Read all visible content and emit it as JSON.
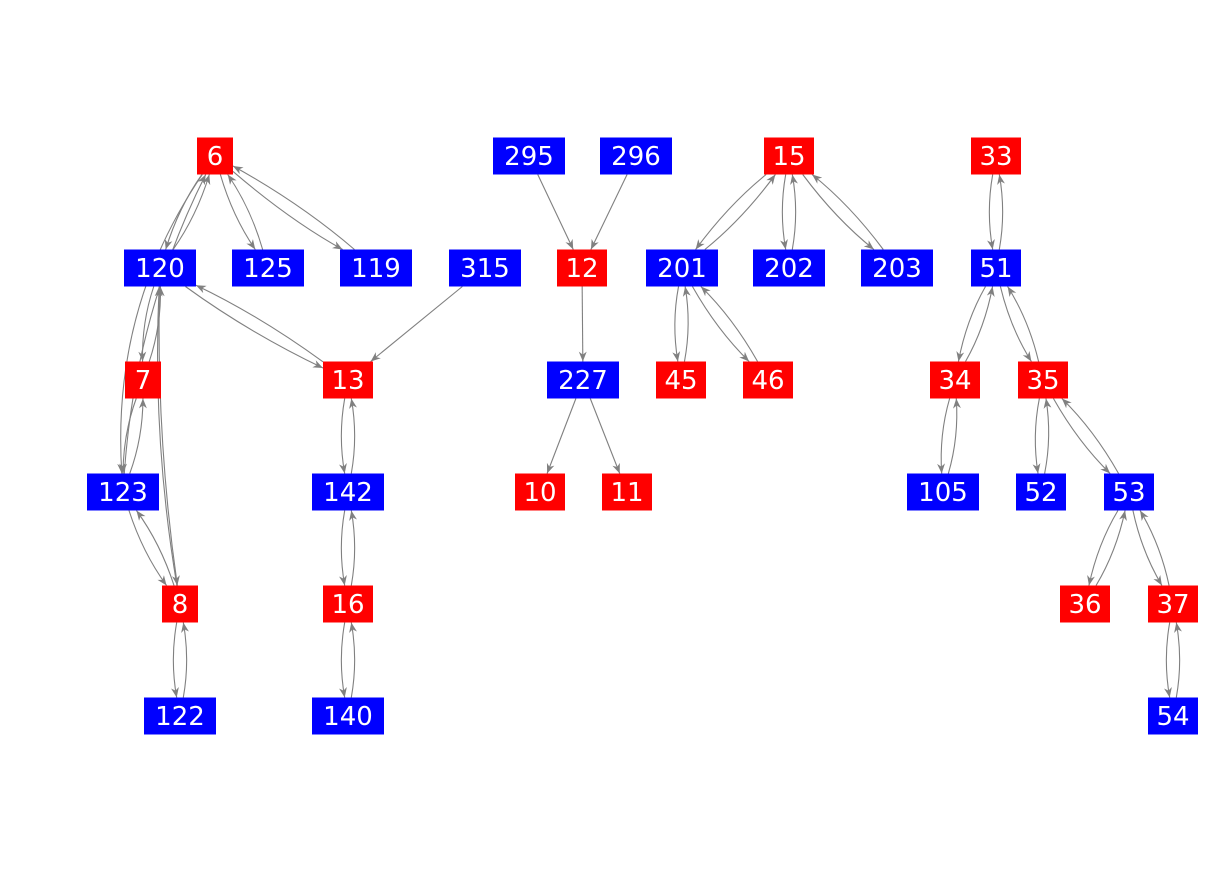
{
  "colors": {
    "red": "#ff0000",
    "blue": "#0000ff",
    "edge": "#808080",
    "label": "#ffffff"
  },
  "nodes": [
    {
      "id": "6",
      "color": "red"
    },
    {
      "id": "295",
      "color": "blue"
    },
    {
      "id": "296",
      "color": "blue"
    },
    {
      "id": "15",
      "color": "red"
    },
    {
      "id": "33",
      "color": "red"
    },
    {
      "id": "120",
      "color": "blue"
    },
    {
      "id": "125",
      "color": "blue"
    },
    {
      "id": "119",
      "color": "blue"
    },
    {
      "id": "315",
      "color": "blue"
    },
    {
      "id": "12",
      "color": "red"
    },
    {
      "id": "201",
      "color": "blue"
    },
    {
      "id": "202",
      "color": "blue"
    },
    {
      "id": "203",
      "color": "blue"
    },
    {
      "id": "51",
      "color": "blue"
    },
    {
      "id": "7",
      "color": "red"
    },
    {
      "id": "13",
      "color": "red"
    },
    {
      "id": "227",
      "color": "blue"
    },
    {
      "id": "45",
      "color": "red"
    },
    {
      "id": "46",
      "color": "red"
    },
    {
      "id": "34",
      "color": "red"
    },
    {
      "id": "35",
      "color": "red"
    },
    {
      "id": "123",
      "color": "blue"
    },
    {
      "id": "142",
      "color": "blue"
    },
    {
      "id": "10",
      "color": "red"
    },
    {
      "id": "11",
      "color": "red"
    },
    {
      "id": "105",
      "color": "blue"
    },
    {
      "id": "52",
      "color": "blue"
    },
    {
      "id": "53",
      "color": "blue"
    },
    {
      "id": "8",
      "color": "red"
    },
    {
      "id": "16",
      "color": "red"
    },
    {
      "id": "36",
      "color": "red"
    },
    {
      "id": "37",
      "color": "red"
    },
    {
      "id": "122",
      "color": "blue"
    },
    {
      "id": "140",
      "color": "blue"
    },
    {
      "id": "54",
      "color": "blue"
    }
  ],
  "edges": [
    [
      "6",
      "120"
    ],
    [
      "120",
      "6"
    ],
    [
      "6",
      "125"
    ],
    [
      "125",
      "6"
    ],
    [
      "6",
      "119"
    ],
    [
      "119",
      "6"
    ],
    [
      "6",
      "123"
    ],
    [
      "123",
      "6"
    ],
    [
      "120",
      "7"
    ],
    [
      "7",
      "120"
    ],
    [
      "120",
      "8"
    ],
    [
      "8",
      "120"
    ],
    [
      "120",
      "13"
    ],
    [
      "13",
      "120"
    ],
    [
      "315",
      "13"
    ],
    [
      "7",
      "123"
    ],
    [
      "123",
      "7"
    ],
    [
      "123",
      "8"
    ],
    [
      "8",
      "123"
    ],
    [
      "8",
      "122"
    ],
    [
      "122",
      "8"
    ],
    [
      "13",
      "142"
    ],
    [
      "142",
      "13"
    ],
    [
      "142",
      "16"
    ],
    [
      "16",
      "142"
    ],
    [
      "16",
      "140"
    ],
    [
      "140",
      "16"
    ],
    [
      "295",
      "12"
    ],
    [
      "296",
      "12"
    ],
    [
      "12",
      "227"
    ],
    [
      "227",
      "10"
    ],
    [
      "227",
      "11"
    ],
    [
      "15",
      "201"
    ],
    [
      "201",
      "15"
    ],
    [
      "15",
      "202"
    ],
    [
      "202",
      "15"
    ],
    [
      "15",
      "203"
    ],
    [
      "203",
      "15"
    ],
    [
      "201",
      "45"
    ],
    [
      "45",
      "201"
    ],
    [
      "201",
      "46"
    ],
    [
      "46",
      "201"
    ],
    [
      "33",
      "51"
    ],
    [
      "51",
      "33"
    ],
    [
      "51",
      "34"
    ],
    [
      "34",
      "51"
    ],
    [
      "51",
      "35"
    ],
    [
      "35",
      "51"
    ],
    [
      "34",
      "105"
    ],
    [
      "105",
      "34"
    ],
    [
      "35",
      "52"
    ],
    [
      "52",
      "35"
    ],
    [
      "35",
      "53"
    ],
    [
      "53",
      "35"
    ],
    [
      "53",
      "36"
    ],
    [
      "36",
      "53"
    ],
    [
      "53",
      "37"
    ],
    [
      "37",
      "53"
    ],
    [
      "37",
      "54"
    ],
    [
      "54",
      "37"
    ]
  ]
}
